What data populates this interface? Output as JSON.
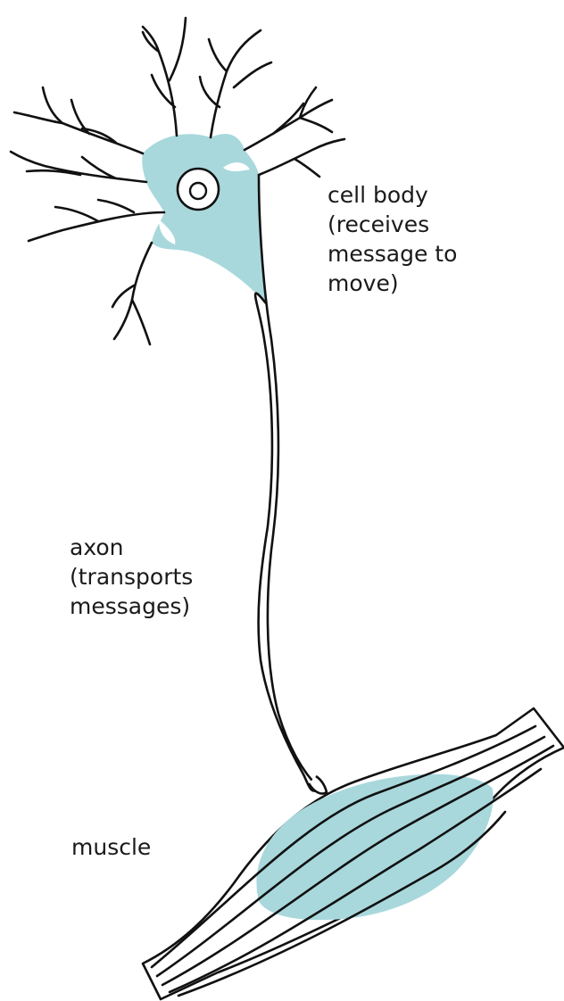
{
  "colors": {
    "fill": "#a8d8dc",
    "stroke": "#111111",
    "background": "#ffffff"
  },
  "labels": {
    "cell_body": {
      "line1": "cell body",
      "line2": "(receives",
      "line3": "message to",
      "line4": "move)"
    },
    "axon": {
      "line1": "axon",
      "line2": "(transports",
      "line3": "messages)"
    },
    "muscle": {
      "line1": "muscle"
    }
  }
}
